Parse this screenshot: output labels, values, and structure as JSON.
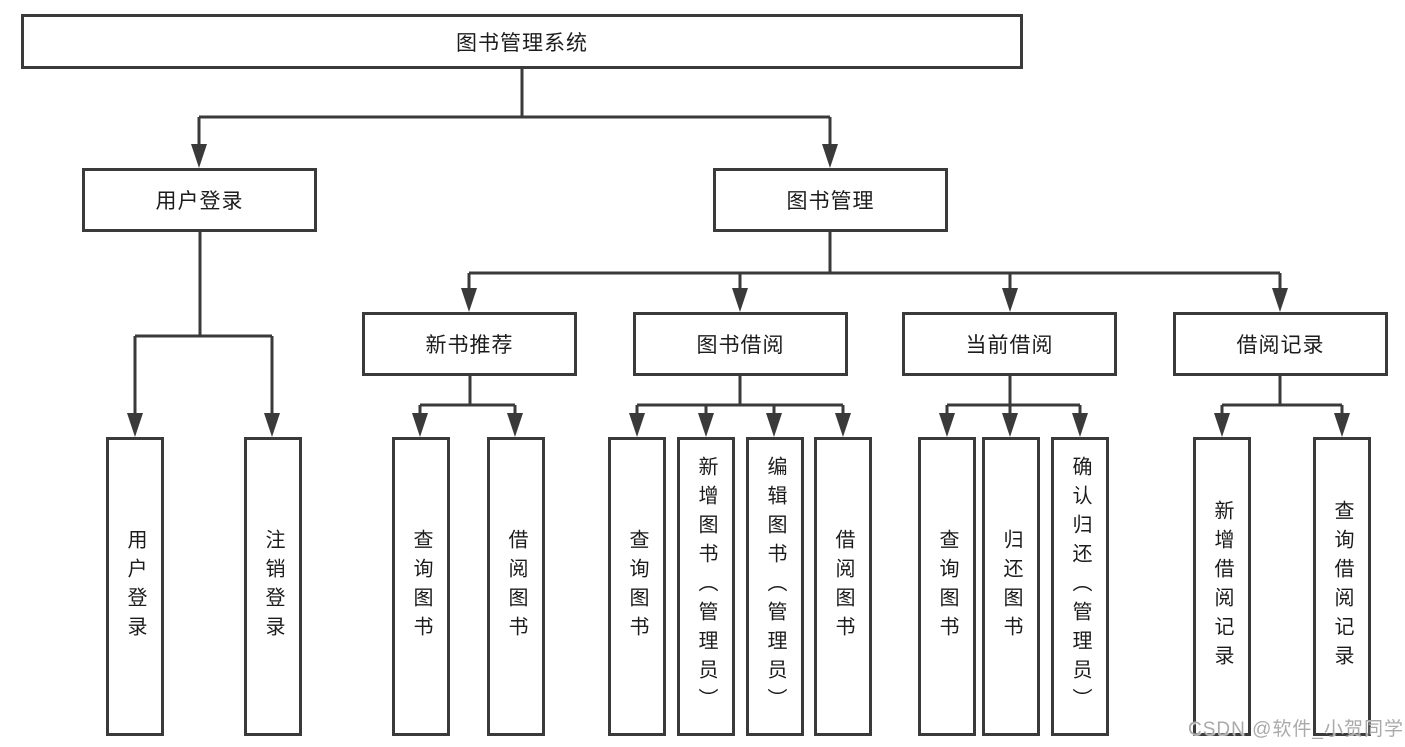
{
  "tree": {
    "root": {
      "label": "图书管理系统",
      "children": [
        {
          "label": "用户登录",
          "children": [
            {
              "label": "用户登录"
            },
            {
              "label": "注销登录"
            }
          ]
        },
        {
          "label": "图书管理",
          "children": [
            {
              "label": "新书推荐",
              "children": [
                {
                  "label": "查询图书"
                },
                {
                  "label": "借阅图书"
                }
              ]
            },
            {
              "label": "图书借阅",
              "children": [
                {
                  "label": "查询图书"
                },
                {
                  "label": "新增图书（管理员）"
                },
                {
                  "label": "编辑图书（管理员）"
                },
                {
                  "label": "借阅图书"
                }
              ]
            },
            {
              "label": "当前借阅",
              "children": [
                {
                  "label": "查询图书"
                },
                {
                  "label": "归还图书"
                },
                {
                  "label": "确认归还（管理员）"
                }
              ]
            },
            {
              "label": "借阅记录",
              "children": [
                {
                  "label": "新增借阅记录"
                },
                {
                  "label": "查询借阅记录"
                }
              ]
            }
          ]
        }
      ]
    }
  },
  "watermark": {
    "text": "CSDN @软件_小贺同学",
    "color": "#aaaaaa"
  },
  "colors": {
    "line": "#3a3a3a",
    "box_border": "#3a3a3a",
    "text": "#1c1c1c",
    "background": "#ffffff"
  }
}
